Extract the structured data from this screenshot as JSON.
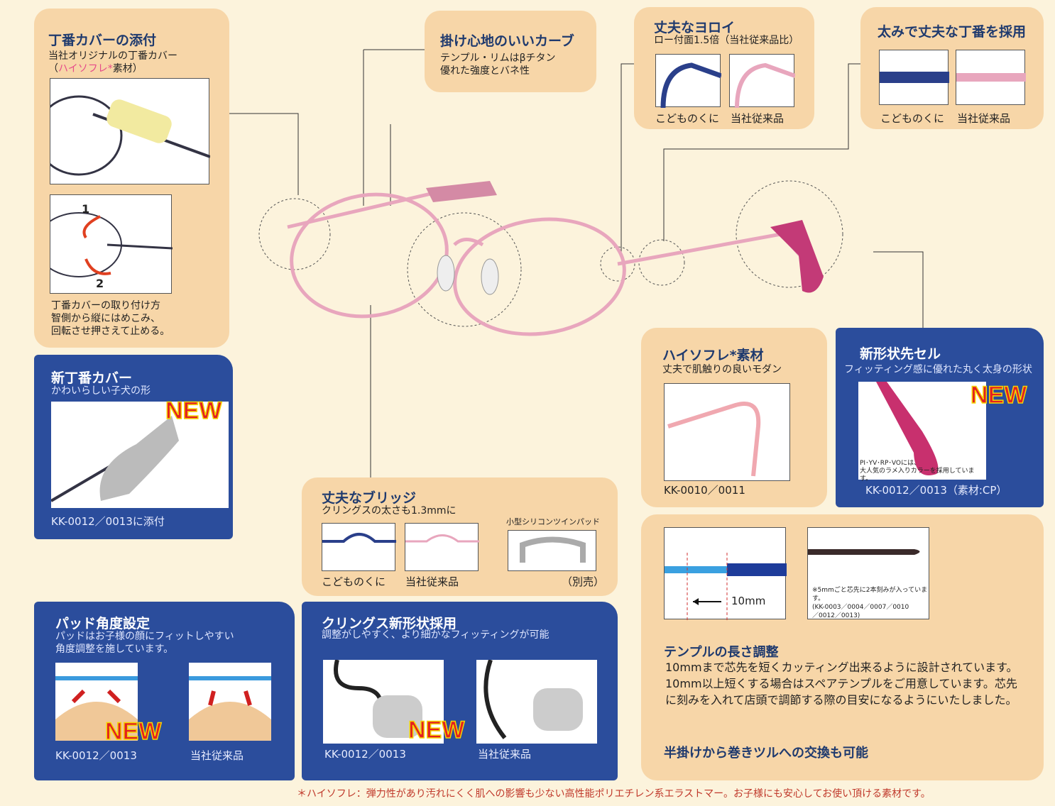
{
  "hinge_cover": {
    "title": "丁番カバーの添付",
    "desc1": "当社オリジナルの丁番カバー",
    "desc2_pre": "（",
    "desc2_pink": "ハイソフレ*",
    "desc2_post": "素材）",
    "step1": "1",
    "step2": "2",
    "howto1": "丁番カバーの取り付け方",
    "howto2": "智側から縦にはめこみ、",
    "howto3": "回転させ押さえて止める。"
  },
  "new_hinge_cover": {
    "title": "新丁番カバー",
    "desc": "かわいらしい子犬の形",
    "badge": "NEW",
    "caption": "KK-0012／0013に添付"
  },
  "curve": {
    "title": "掛け心地のいいカーブ",
    "desc1": "テンプル・リムはβチタン",
    "desc2": "優れた強度とバネ性"
  },
  "yoroi": {
    "title": "丈夫なヨロイ",
    "desc": "ロー付面1.5倍（当社従来品比）",
    "cap_a": "こどものくに",
    "cap_b": "当社従来品"
  },
  "hinge": {
    "title": "太みで丈夫な丁番を採用",
    "cap_a": "こどものくに",
    "cap_b": "当社従来品"
  },
  "hisofure": {
    "title": "ハイソフレ*素材",
    "desc": "丈夫で肌触りの良いモダン",
    "caption": "KK-0010／0011"
  },
  "tip": {
    "title": "新形状先セル",
    "desc": "フィッティング感に優れた丸く太身の形状",
    "badge": "NEW",
    "note1": "PI･YV･RP･VOには、",
    "note2": "大人気のラメ入りカラーを採用しています。",
    "caption": "KK-0012／0013（素材:CP）"
  },
  "bridge": {
    "title": "丈夫なブリッジ",
    "desc": "クリングスの太さも1.3mmに",
    "pad_label": "小型シリコンツインパッド",
    "cap_a": "こどものくに",
    "cap_b": "当社従来品",
    "cap_c": "（別売）"
  },
  "pad_angle": {
    "title": "パッド角度設定",
    "desc1": "パッドはお子様の顔にフィットしやすい",
    "desc2": "角度調整を施しています。",
    "badge": "NEW",
    "cap_a": "KK-0012／0013",
    "cap_b": "当社従来品"
  },
  "clings": {
    "title": "クリングス新形状採用",
    "desc": "調整がしやすく、より細かなフィッティングが可能",
    "badge": "NEW",
    "cap_a": "KK-0012／0013",
    "cap_b": "当社従来品"
  },
  "temple": {
    "measure": "10mm",
    "note1": "※5mmごと芯先に2本刻みが入っています。",
    "note2": "(KK-0003／0004／0007／0010",
    "note3": "／0012／0013)",
    "title": "テンプルの長さ調整",
    "body": "10mmまで芯先を短くカッティング出来るように設計されています。10mm以上短くする場合はスペアテンプルをご用意しています。芯先に刻みを入れて店頭で調節する際の目安になるようにいたしました。",
    "extra": "半掛けから巻きツルへの交換も可能"
  },
  "footnote": "＊ハイソフレ：弾力性があり汚れにくく肌への影響も少ない高性能ポリエチレン系エラストマー。お子様にも安心してお使い頂ける素材です。"
}
